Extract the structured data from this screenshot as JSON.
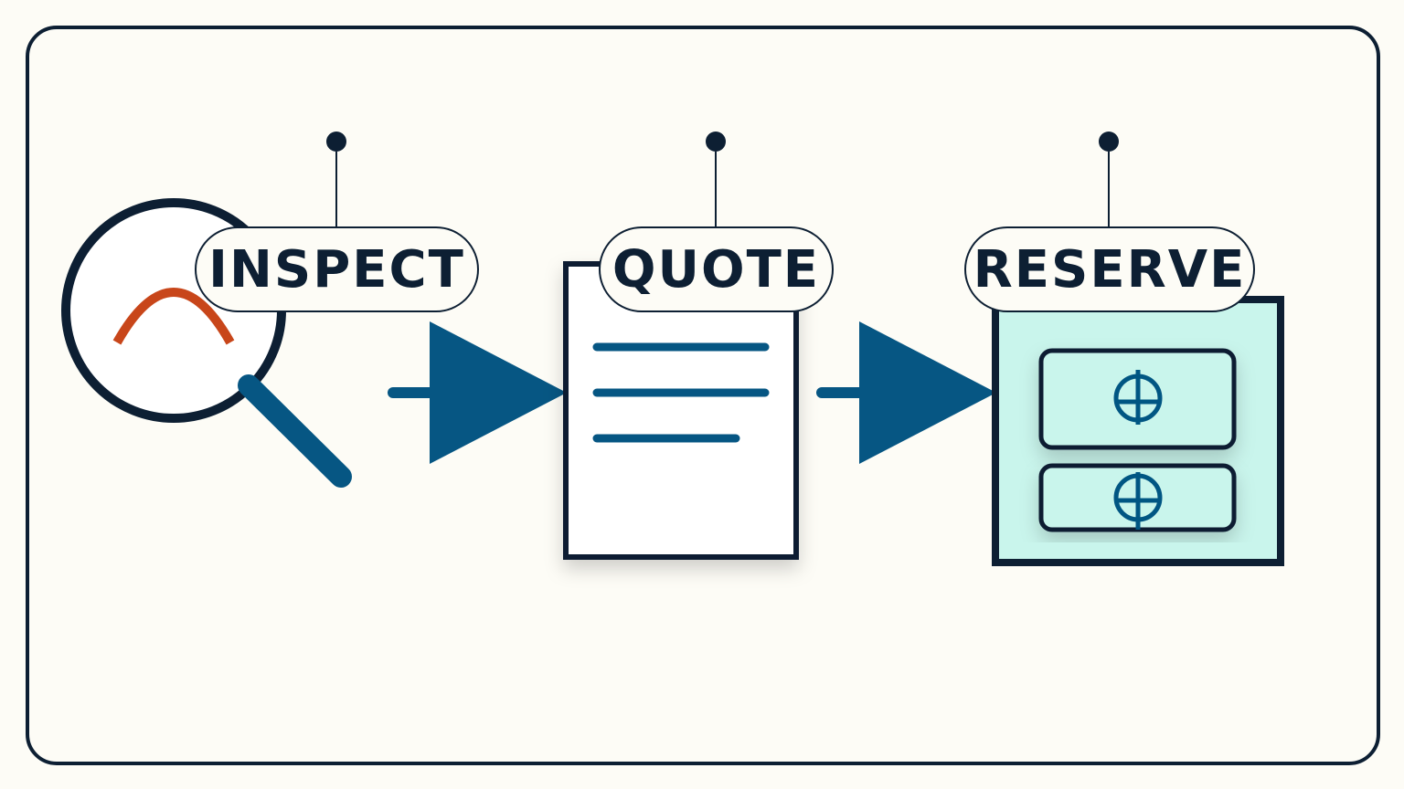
{
  "steps": [
    {
      "label": "INSPECT",
      "icon": "magnifier-icon"
    },
    {
      "label": "QUOTE",
      "icon": "document-icon"
    },
    {
      "label": "RESERVE",
      "icon": "calendar-slots-icon"
    }
  ],
  "colors": {
    "ink": "#0d1f33",
    "arrow": "#065683",
    "accent": "#c8461a",
    "reserve_fill": "#c9f5ec",
    "background": "#fdfcf6"
  }
}
